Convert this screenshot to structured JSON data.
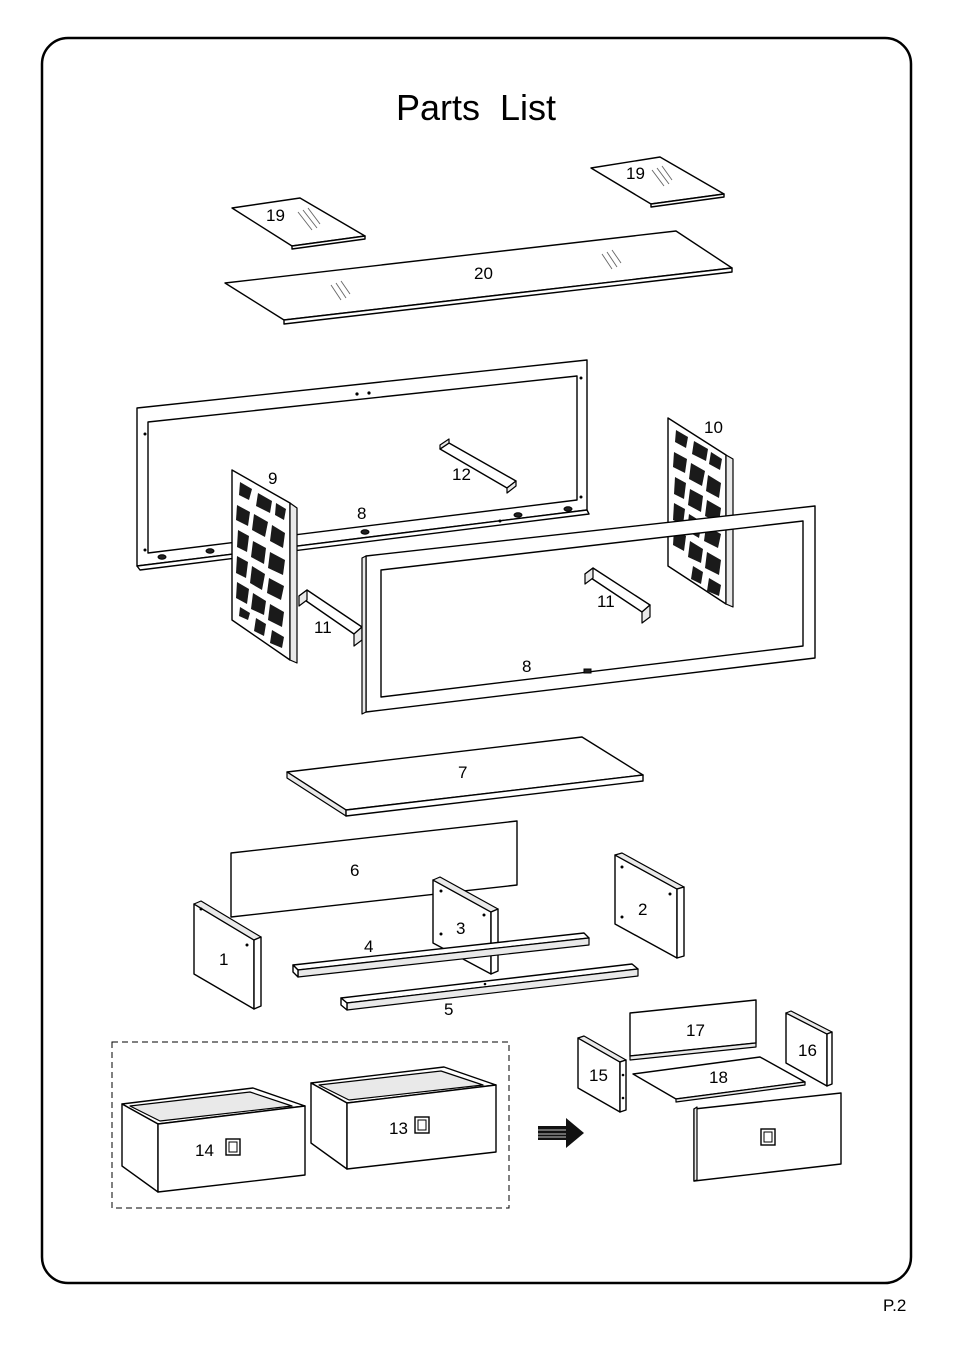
{
  "title": "Parts  List",
  "page_number": "P.2",
  "parts": {
    "p1": "1",
    "p2": "2",
    "p3": "3",
    "p4": "4",
    "p5": "5",
    "p6": "6",
    "p7": "7",
    "p8a": "8",
    "p8b": "8",
    "p9": "9",
    "p10": "10",
    "p11a": "11",
    "p11b": "11",
    "p12": "12",
    "p13": "13",
    "p14": "14",
    "p15": "15",
    "p16": "16",
    "p17": "17",
    "p18": "18",
    "p19a": "19",
    "p19b": "19",
    "p20": "20"
  },
  "icons": {
    "arrow": "arrow-right-icon"
  }
}
